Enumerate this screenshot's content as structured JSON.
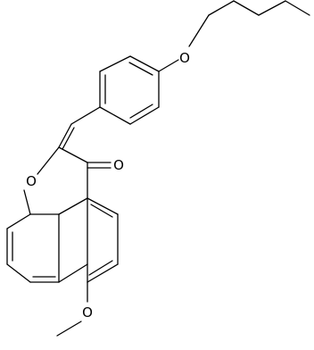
{
  "molecule": {
    "atom_labels": {
      "ring_oxygen": "O",
      "ketone_oxygen": "O",
      "pentyloxy_oxygen": "O",
      "methoxy_oxygen": "O"
    },
    "colors": {
      "bond": "#000000",
      "label": "#000000",
      "background": "#ffffff"
    }
  }
}
